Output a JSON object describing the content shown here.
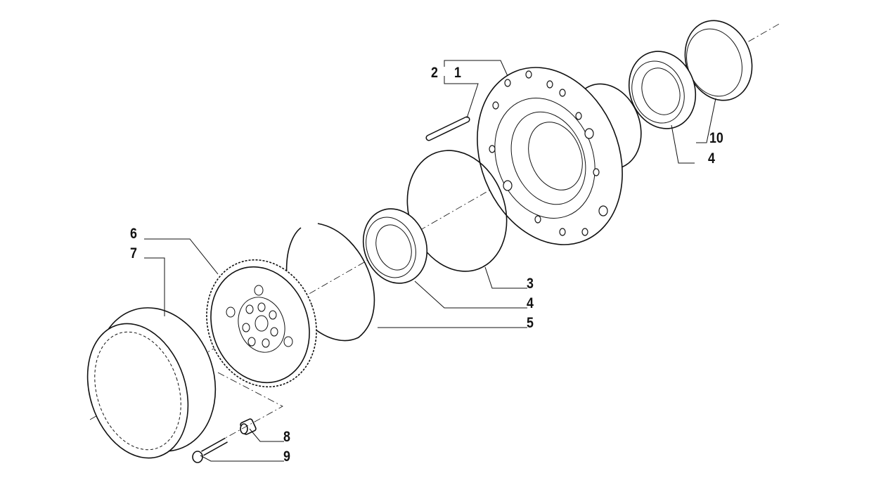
{
  "diagram": {
    "callouts": [
      {
        "id": "c2",
        "text": "2"
      },
      {
        "id": "c1",
        "text": "1"
      },
      {
        "id": "c10",
        "text": "10"
      },
      {
        "id": "c4a",
        "text": "4"
      },
      {
        "id": "c3",
        "text": "3"
      },
      {
        "id": "c4b",
        "text": "4"
      },
      {
        "id": "c5",
        "text": "5"
      },
      {
        "id": "c6",
        "text": "6"
      },
      {
        "id": "c7",
        "text": "7"
      },
      {
        "id": "c8",
        "text": "8"
      },
      {
        "id": "c9",
        "text": "9"
      }
    ]
  }
}
